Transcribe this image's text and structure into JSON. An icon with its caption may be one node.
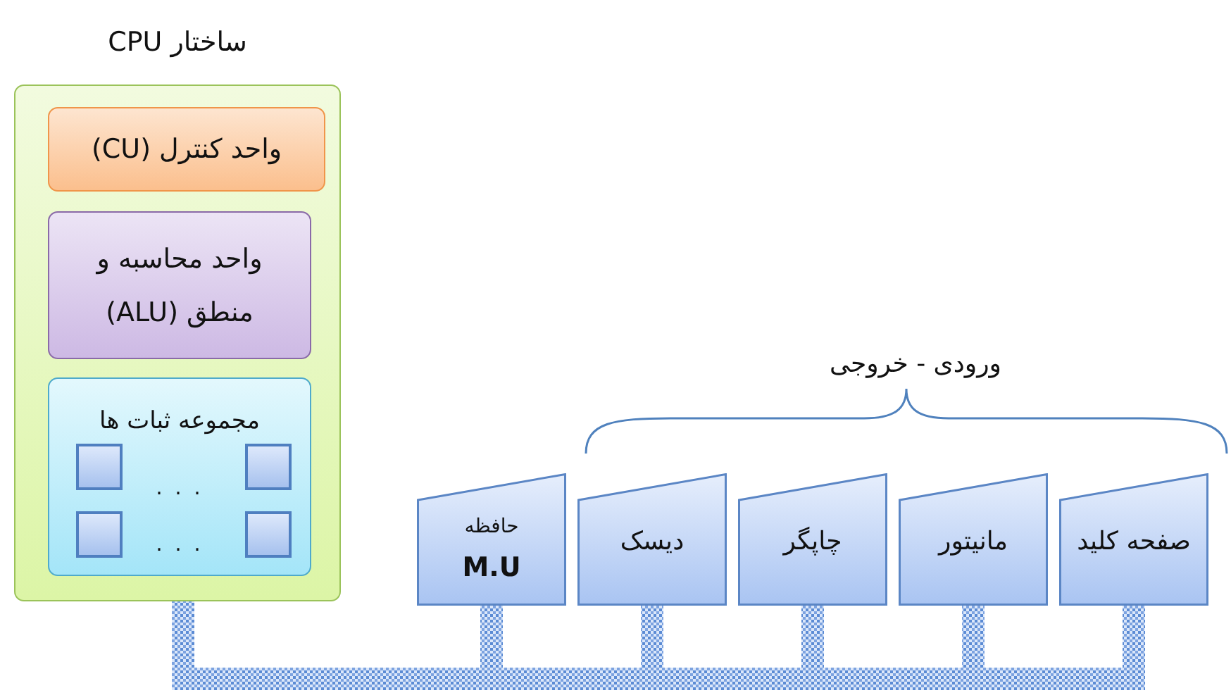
{
  "diagram": {
    "nodes": [
      {
        "text": [
          "ساختار CPU"
        ]
      },
      {
        "text": [
          "واحد کنترل (CU)"
        ],
        "in": 0
      },
      {
        "text": [
          "واحد محاسبه و منطق (ALU)"
        ],
        "in": 0
      },
      {
        "text": [
          "مجموعه ثبات ها"
        ],
        "in": 0
      },
      {
        "text": [],
        "shape": "box",
        "in": 3
      },
      {
        "text": [],
        "shape": "box",
        "in": 3
      },
      {
        "text": [],
        "shape": "box",
        "in": 3
      },
      {
        "text": [],
        "shape": "box",
        "in": 3
      },
      {
        "text": [
          "حافظه",
          "M.U"
        ]
      },
      {
        "text": [
          "دیسک"
        ]
      },
      {
        "text": [
          "چاپگر"
        ]
      },
      {
        "text": [
          "مانیتور"
        ]
      },
      {
        "text": [
          "صفحه کلید"
        ]
      }
    ],
    "edges": [
      {
        "from": 0,
        "to": 8,
        "arrow": "none",
        "style": "thick"
      },
      {
        "from": 0,
        "to": 9,
        "arrow": "none",
        "style": "thick"
      },
      {
        "from": 0,
        "to": 10,
        "arrow": "none",
        "style": "thick"
      },
      {
        "from": 0,
        "to": 11,
        "arrow": "none",
        "style": "thick"
      },
      {
        "from": 0,
        "to": 12,
        "arrow": "none",
        "style": "thick"
      }
    ],
    "labels": [
      ". . .",
      ". . .",
      "ورودی - خروجی"
    ]
  }
}
